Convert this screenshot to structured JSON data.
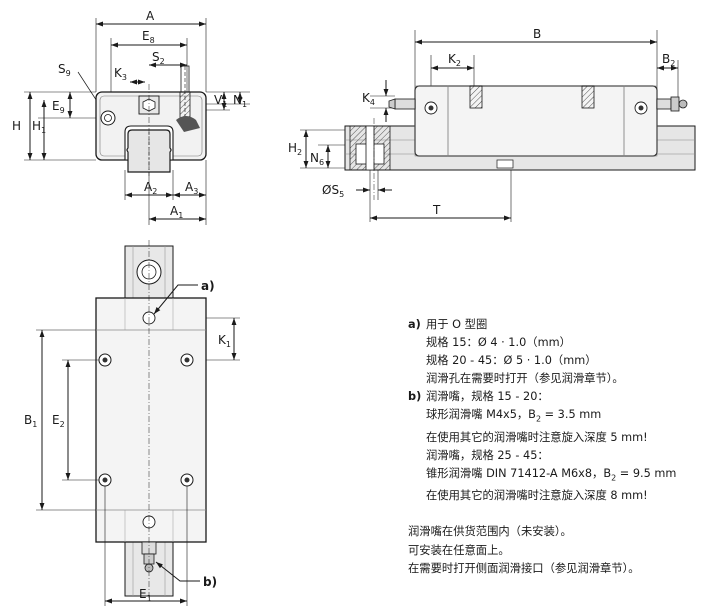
{
  "labels": {
    "A": "A",
    "E8": "E",
    "E8_sub": "8",
    "S2": "S",
    "S2_sub": "2",
    "S9": "S",
    "S9_sub": "9",
    "K3": "K",
    "K3_sub": "3",
    "E9": "E",
    "E9_sub": "9",
    "H": "H",
    "H1": "H",
    "H1_sub": "1",
    "V1": "V",
    "V1_sub": "1",
    "N1": "N",
    "N1_sub": "1",
    "A2": "A",
    "A2_sub": "2",
    "A3": "A",
    "A3_sub": "3",
    "A1": "A",
    "A1_sub": "1",
    "B": "B",
    "K2": "K",
    "K2_sub": "2",
    "B2": "B",
    "B2_sub": "2",
    "K4": "K",
    "K4_sub": "4",
    "H2": "H",
    "H2_sub": "2",
    "N6": "N",
    "N6_sub": "6",
    "S5": "ØS",
    "S5_sub": "5",
    "T": "T",
    "callout_a": "a)",
    "callout_b": "b)",
    "K1": "K",
    "K1_sub": "1",
    "B1": "B",
    "B1_sub": "1",
    "E2": "E",
    "E2_sub": "2",
    "E1": "E",
    "E1_sub": "1"
  },
  "notes": {
    "a_tag": "a)",
    "a_l1": "用于 O 型圈",
    "a_l2": "规格 15：Ø 4 · 1.0（mm）",
    "a_l3": "规格 20 - 45：Ø 5 · 1.0（mm）",
    "a_l4": "润滑孔在需要时打开（参见润滑章节）。",
    "b_tag": "b)",
    "b_l1": "润滑嘴，规格 15 - 20：",
    "b_l2_pre": "球形润滑嘴 M4x5，B",
    "b_l2_sub": "2",
    "b_l2_post": " = 3.5 mm",
    "b_l3": "在使用其它的润滑嘴时注意旋入深度 5 mm!",
    "b_l4": "润滑嘴，规格 25 - 45：",
    "b_l5_pre": "锥形润滑嘴 DIN 71412-A M6x8，B",
    "b_l5_sub": "2",
    "b_l5_post": " = 9.5 mm",
    "b_l6": "在使用其它的润滑嘴时注意旋入深度 8 mm!",
    "c_l1": "润滑嘴在供货范围内（未安装）。",
    "c_l2": "可安装在任意面上。",
    "c_l3": "在需要时打开侧面润滑接口（参见润滑章节）。"
  }
}
